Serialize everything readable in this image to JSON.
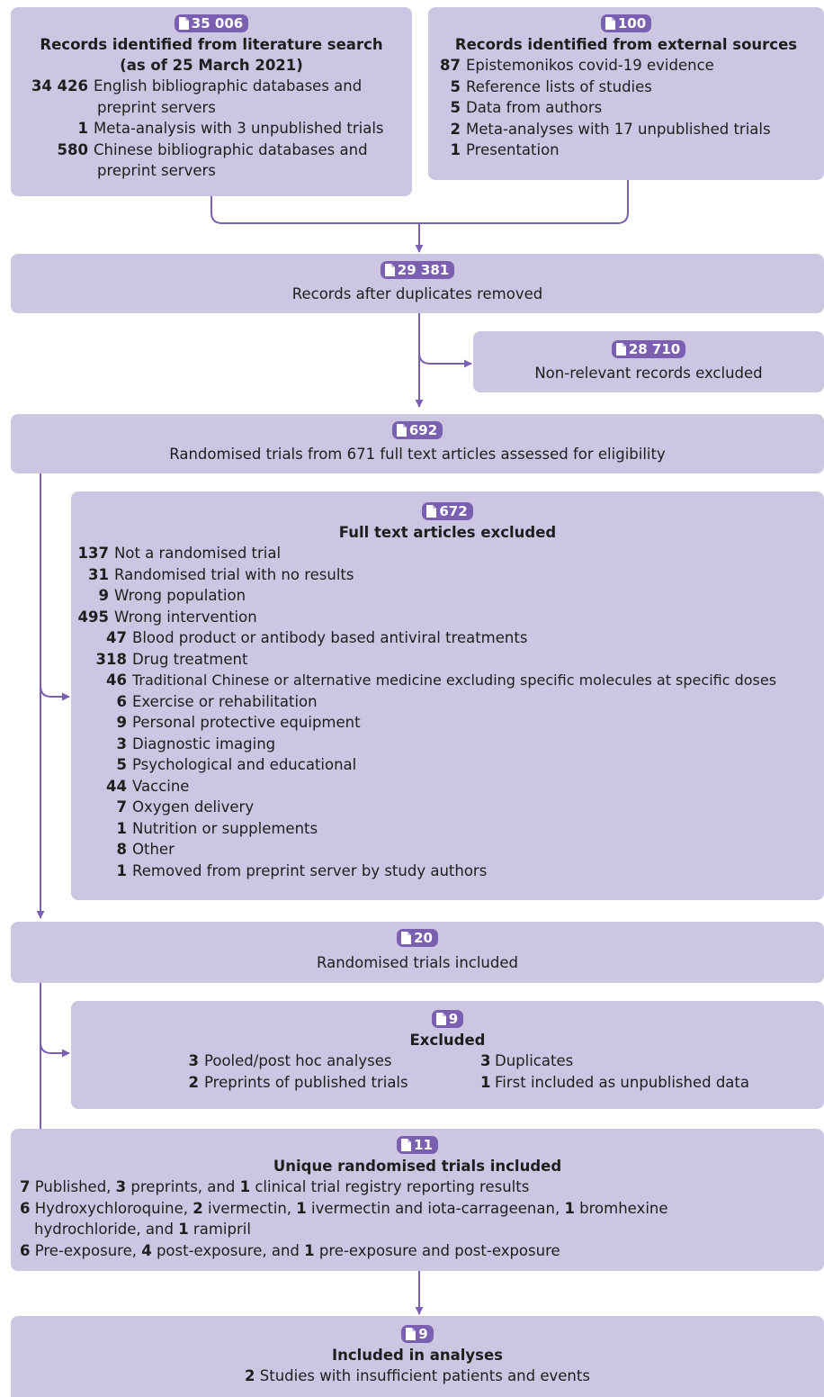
{
  "box1": {
    "count": "35 006",
    "title": "Records identified from literature search",
    "subtitle": "(as of 25 March 2021)",
    "items": [
      {
        "n": "34 426",
        "label": "English bibliographic databases and",
        "cont": "preprint servers"
      },
      {
        "n": "1",
        "label": "Meta-analysis with 3 unpublished trials"
      },
      {
        "n": "580",
        "label": "Chinese bibliographic databases and",
        "cont": "preprint servers"
      }
    ]
  },
  "box2": {
    "count": "100",
    "title": "Records identified from external sources",
    "items": [
      {
        "n": "87",
        "label": "Epistemonikos covid-19 evidence"
      },
      {
        "n": "5",
        "label": "Reference lists of studies"
      },
      {
        "n": "5",
        "label": "Data from authors"
      },
      {
        "n": "2",
        "label": "Meta-analyses with 17 unpublished trials"
      },
      {
        "n": "1",
        "label": "Presentation"
      }
    ]
  },
  "box3": {
    "count": "29 381",
    "text": "Records after duplicates removed"
  },
  "box4": {
    "count": "28 710",
    "text": "Non-relevant records excluded"
  },
  "box5": {
    "count": "692",
    "text": "Randomised trials from 671 full text articles assessed for eligibility"
  },
  "box6": {
    "count": "672",
    "title": "Full text articles excluded",
    "items": [
      {
        "n": "137",
        "label": "Not a randomised trial"
      },
      {
        "n": "31",
        "label": "Randomised trial with no results"
      },
      {
        "n": "9",
        "label": "Wrong population"
      },
      {
        "n": "495",
        "label": "Wrong intervention"
      },
      {
        "n": "47",
        "label": "Blood product or antibody based antiviral treatments"
      },
      {
        "n": "318",
        "label": "Drug treatment"
      },
      {
        "n": "46",
        "label": "Traditional Chinese or alternative medicine excluding specific molecules at specific doses"
      },
      {
        "n": "6",
        "label": "Exercise or rehabilitation"
      },
      {
        "n": "9",
        "label": "Personal protective equipment"
      },
      {
        "n": "3",
        "label": "Diagnostic imaging"
      },
      {
        "n": "5",
        "label": "Psychological and educational"
      },
      {
        "n": "44",
        "label": "Vaccine"
      },
      {
        "n": "7",
        "label": "Oxygen delivery"
      },
      {
        "n": "1",
        "label": "Nutrition or supplements"
      },
      {
        "n": "8",
        "label": "Other"
      },
      {
        "n": "1",
        "label": "Removed from preprint server by study authors"
      }
    ]
  },
  "box7": {
    "count": "20",
    "text": "Randomised trials included"
  },
  "box8": {
    "count": "9",
    "title": "Excluded",
    "left": [
      {
        "n": "3",
        "label": "Pooled/post hoc analyses"
      },
      {
        "n": "2",
        "label": "Preprints of published trials"
      }
    ],
    "right": [
      {
        "n": "3",
        "label": "Duplicates"
      },
      {
        "n": "1",
        "label": "First included as unpublished data"
      }
    ]
  },
  "box9": {
    "count": "11",
    "title": "Unique randomised trials included",
    "line1": {
      "a": "7",
      "b": " Published, ",
      "c": "3",
      "d": " preprints, and ",
      "e": "1",
      "f": " clinical trial registry reporting results"
    },
    "line2": {
      "a": "6",
      "b": " Hydroxychloroquine, ",
      "c": "2",
      "d": " ivermectin, ",
      "e": "1",
      "f": " ivermectin and iota-carrageenan, ",
      "g": "1",
      "h": " bromhexine"
    },
    "line2b": {
      "a": "hydrochloride, and ",
      "b": "1",
      "c": " ramipril"
    },
    "line3": {
      "a": "6",
      "b": " Pre-exposure, ",
      "c": "4",
      "d": " post-exposure, and ",
      "e": "1",
      "f": " pre-exposure and post-exposure"
    }
  },
  "box10": {
    "count": "9",
    "title": "Included in analyses",
    "line": {
      "n": "2",
      "label": " Studies with insufficient patients and events"
    }
  },
  "colors": {
    "box": "#cdc6e2",
    "accent": "#7b5fb1",
    "text": "#1e1e1e"
  }
}
